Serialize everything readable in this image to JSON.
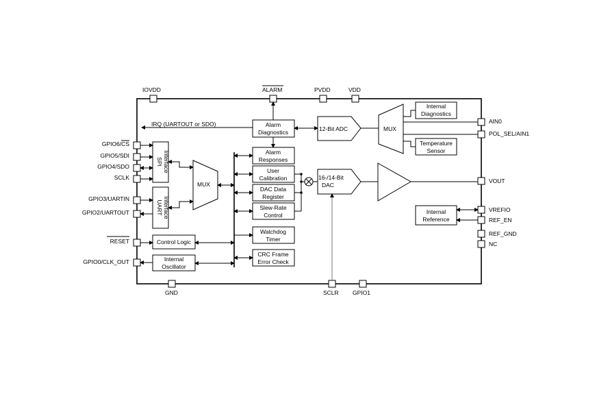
{
  "pins": {
    "iovdd": "IOVDD",
    "alarm": "ALARM",
    "pvdd": "PVDD",
    "vdd": "VDD",
    "gpio6": "GPIO6/CS",
    "gpio5": "GPIO5/SDI",
    "gpio4": "GPIO4/SDO",
    "sclk": "SCLK",
    "gpio3": "GPIO3/UARTIN",
    "gpio2": "GPIO2/UARTOUT",
    "reset": "RESET",
    "gpio0": "GPIO0/CLK_OUT",
    "gnd": "GND",
    "sclr": "SCLR",
    "gpio1": "GPIO1",
    "ain0": "AIN0",
    "pol_sel": "POL_SEL/AIN1",
    "vout": "VOUT",
    "vrefio": "VREFIO",
    "ref_en": "REF_EN",
    "ref_gnd": "REF_GND",
    "nc": "NC"
  },
  "blocks": {
    "spi": [
      "SPI",
      "Interface"
    ],
    "uart": [
      "UART",
      "Interface"
    ],
    "mux_left": "MUX",
    "control_logic": "Control Logic",
    "internal_oscillator": [
      "Internal",
      "Oscillator"
    ],
    "alarm_diagnostics": [
      "Alarm",
      "Diagnostics"
    ],
    "alarm_responses": [
      "Alarm",
      "Responses"
    ],
    "user_calibration": [
      "User",
      "Calibration"
    ],
    "dac_data_register": [
      "DAC Data",
      "Register"
    ],
    "slew_rate_control": [
      "Slew-Rate",
      "Control"
    ],
    "watchdog_timer": [
      "Watchdog",
      "Timer"
    ],
    "crc_frame": [
      "CRC Frame",
      "Error Check"
    ],
    "adc": "12-Bit ADC",
    "dac": [
      "16-/14-Bit",
      "DAC"
    ],
    "mux_right": "MUX",
    "internal_diagnostics": [
      "Internal",
      "Diagnostics"
    ],
    "temperature_sensor": [
      "Temperature",
      "Sensor"
    ],
    "internal_reference": [
      "Internal",
      "Reference"
    ]
  },
  "annotations": {
    "irq": "IRQ (UARTOUT or SDO)"
  }
}
